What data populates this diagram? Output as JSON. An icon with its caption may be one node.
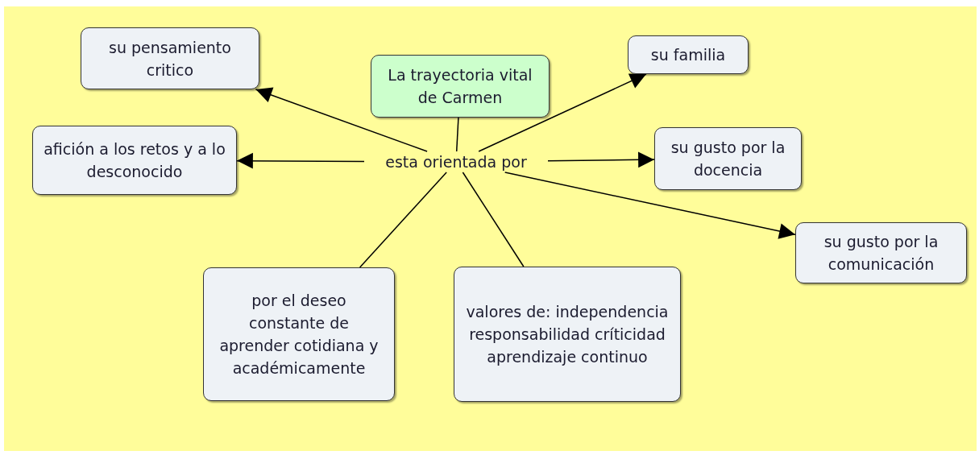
{
  "diagram": {
    "nodes": [
      {
        "text": [
          "La trayectoria vital de Carmen"
        ]
      },
      {
        "text": [
          "esta orientada por"
        ]
      },
      {
        "text": [
          "su pensamiento critico"
        ]
      },
      {
        "text": [
          "su familia"
        ]
      },
      {
        "text": [
          "afición a los retos y a lo desconocido"
        ]
      },
      {
        "text": [
          "su gusto por la docencia"
        ]
      },
      {
        "text": [
          "su gusto por la comunicación"
        ]
      },
      {
        "text": [
          "por el deseo constante de aprender cotidiana y académicamente"
        ]
      },
      {
        "text": [
          "valores de: independencia responsabilidad críticidad aprendizaje continuo"
        ]
      }
    ],
    "edges": [
      {
        "from": 0,
        "to": 1,
        "arrow": "none"
      },
      {
        "from": 1,
        "to": 2,
        "arrow": "to"
      },
      {
        "from": 1,
        "to": 3,
        "arrow": "to"
      },
      {
        "from": 1,
        "to": 4,
        "arrow": "to"
      },
      {
        "from": 1,
        "to": 5,
        "arrow": "to"
      },
      {
        "from": 1,
        "to": 6,
        "arrow": "to"
      },
      {
        "from": 1,
        "to": 7,
        "arrow": "none"
      },
      {
        "from": 1,
        "to": 8,
        "arrow": "none"
      }
    ]
  }
}
